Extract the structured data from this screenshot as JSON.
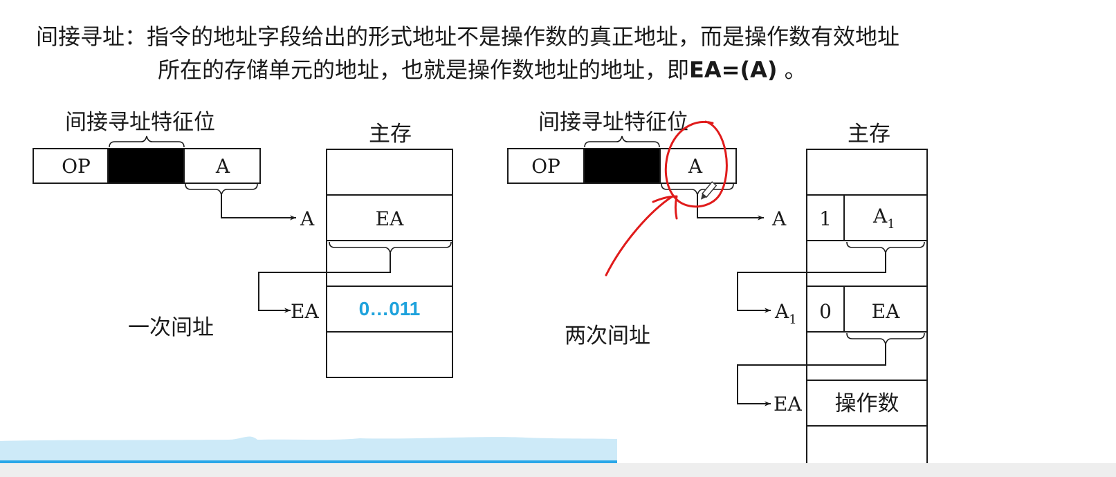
{
  "description": {
    "term": "间接寻址：",
    "line1": "指令的地址字段给出的形式地址不是操作数的真正地址，而是操作数有效地址",
    "line2": "所在的存储单元的地址，也就是操作数地址的地址，即",
    "formula": "EA=(A)",
    "end": "。"
  },
  "left_diagram": {
    "flag_label": "间接寻址特征位",
    "op": "OP",
    "a": "A",
    "memory_title": "主存",
    "arrow_a": "A",
    "cell_ea": "EA",
    "arrow_ea": "EA",
    "cell_value": "0…011",
    "caption": "一次间址"
  },
  "right_diagram": {
    "flag_label": "间接寻址特征位",
    "op": "OP",
    "a": "A",
    "memory_title": "主存",
    "arrow_a": "A",
    "bit1": "1",
    "cell_a1_base": "A",
    "cell_a1_sub": "1",
    "arrow_a1_base": "A",
    "arrow_a1_sub": "1",
    "bit0": "0",
    "cell_ea": "EA",
    "arrow_ea": "EA",
    "operand": "操作数",
    "caption": "两次间址"
  },
  "colors": {
    "annotation_red": "#e01b1b",
    "value_blue": "#1ea2dc",
    "progress_blue": "#2aa7e8"
  },
  "icons": [
    "pen-cursor-icon"
  ]
}
